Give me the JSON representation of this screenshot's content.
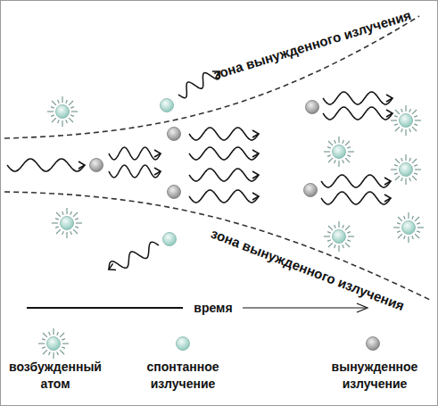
{
  "diagram": {
    "labels": [
      "зона вынужденного излучения",
      "зона вынужденного излучения",
      "время"
    ],
    "legend": [
      {
        "text": "возбужденный атом"
      },
      {
        "text": "спонтанное излучение"
      },
      {
        "text": "вынужденное излучение"
      }
    ]
  }
}
